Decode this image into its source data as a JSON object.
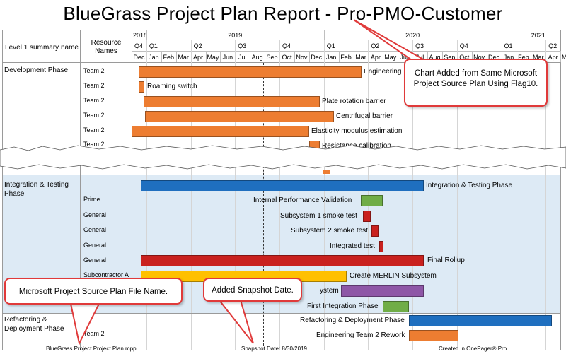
{
  "title": "BlueGrass Project Plan Report - Pro-PMO-Customer",
  "columns": {
    "level1": "Level 1 summary name",
    "resource": "Resource Names"
  },
  "years": [
    "2018",
    "2019",
    "2020",
    "2021"
  ],
  "quarters": [
    "Q4",
    "Q1",
    "Q2",
    "Q3",
    "Q4",
    "Q1",
    "Q2",
    "Q3",
    "Q4",
    "Q1",
    "Q2"
  ],
  "months": [
    "Dec",
    "Jan",
    "Feb",
    "Mar",
    "Apr",
    "May",
    "Jun",
    "Jul",
    "Aug",
    "Sep",
    "Oct",
    "Nov",
    "Dec",
    "Jan",
    "Feb",
    "Mar",
    "Apr",
    "May",
    "Jun",
    "Jul",
    "Aug",
    "Sep",
    "Oct",
    "Nov",
    "Dec",
    "Jan",
    "Feb",
    "Mar",
    "Apr",
    "May"
  ],
  "phases": {
    "development": "Development Phase",
    "integration": "Integration & Testing Phase",
    "refactoring": "Refactoring & Deployment Phase"
  },
  "dev_rows": [
    {
      "resource": "Team 2",
      "label": "Engineering",
      "color": "#ed7d31"
    },
    {
      "resource": "Team 2",
      "label": "Roaming switch",
      "color": "#ed7d31"
    },
    {
      "resource": "Team 2",
      "label": "Plate rotation barrier",
      "color": "#ed7d31"
    },
    {
      "resource": "Team 2",
      "label": "Centrifugal barrier",
      "color": "#ed7d31"
    },
    {
      "resource": "Team 2",
      "label": "Elasticity modulus estimation",
      "color": "#ed7d31"
    },
    {
      "resource": "Team 2",
      "label": "Resistance calibration",
      "color": "#ed7d31"
    }
  ],
  "int_rows": [
    {
      "resource": "",
      "label": "Integration & Testing Phase",
      "color": "#1f6fbf"
    },
    {
      "resource": "Prime",
      "label": "Internal Performance Validation",
      "color": "#70ad47"
    },
    {
      "resource": "General",
      "label": "Subsystem 1 smoke test",
      "color": "#c9211e"
    },
    {
      "resource": "General",
      "label": "Subsystem 2 smoke test",
      "color": "#c9211e"
    },
    {
      "resource": "General",
      "label": "Integrated test",
      "color": "#c9211e"
    },
    {
      "resource": "General",
      "label": "Final Rollup",
      "color": "#c9211e"
    },
    {
      "resource": "Subcontractor A",
      "label": "Create MERLIN Subsystem",
      "color": "#ffc000"
    },
    {
      "resource": "",
      "label": "ystem",
      "color": "#8e56a6"
    },
    {
      "resource": "",
      "label": "First Integration Phase",
      "color": "#70ad47"
    }
  ],
  "ref_rows": [
    {
      "resource": "",
      "label": "Refactoring & Deployment Phase",
      "color": "#1f6fbf"
    },
    {
      "resource": "Team 2",
      "label": "Engineering Team 2 Rework",
      "color": "#ed7d31"
    }
  ],
  "callouts": {
    "chart_added": "Chart Added from Same Microsoft Project Source Plan Using Flag10.",
    "file_name": "Microsoft Project Source Plan File Name.",
    "snapshot": "Added Snapshot Date."
  },
  "footer": {
    "file": "BlueGrass Project Project Plan.mpp",
    "snapshot": "Snapshot Date: 8/30/2019",
    "created": "Created in OnePager® Pro"
  },
  "colors": {
    "callout_border": "#e03a3a",
    "phase_shade": "#ddeaf5",
    "frame": "#9a9a9a"
  }
}
